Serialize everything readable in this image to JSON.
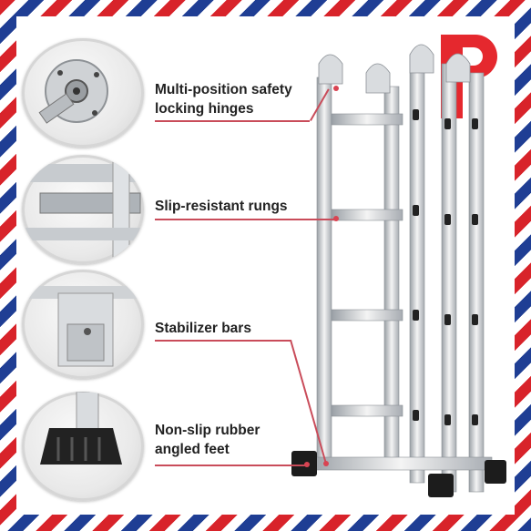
{
  "features": [
    {
      "name": "hinges",
      "lines": [
        "Multi-position safety",
        "locking hinges"
      ]
    },
    {
      "name": "rungs",
      "lines": [
        "Slip-resistant rungs"
      ]
    },
    {
      "name": "stabilizer",
      "lines": [
        "Stabilizer bars"
      ]
    },
    {
      "name": "feet",
      "lines": [
        "Non-slip rubber",
        "angled feet"
      ]
    }
  ],
  "colors": {
    "red": "#d8232a",
    "blue": "#1f3e94",
    "accent": "#d94452"
  },
  "icons": [
    "hinge-icon",
    "rung-icon",
    "stabilizer-icon",
    "rubber-foot-icon",
    "brand-logo"
  ]
}
